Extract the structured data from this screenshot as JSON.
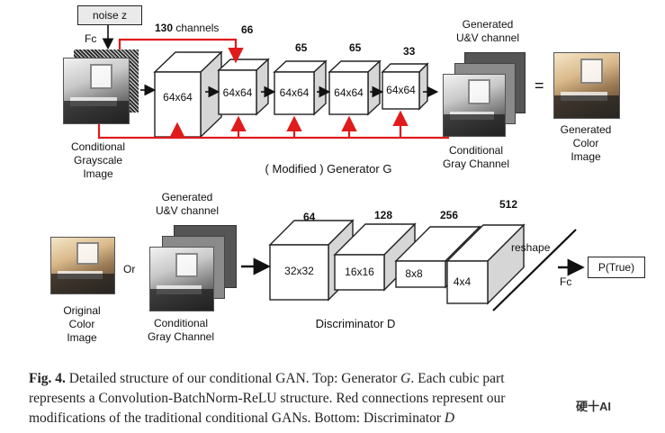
{
  "generator": {
    "noise_label": "noise z",
    "fc_top": "Fc",
    "channels_label_num": "130",
    "channels_label_word": "channels",
    "ch_66": "66",
    "ch_65a": "65",
    "ch_65b": "65",
    "ch_33": "33",
    "block_labels": [
      "64x64",
      "64x64",
      "64x64",
      "64x64",
      "64x64"
    ],
    "input_caption": [
      "Conditional",
      "Grayscale",
      "Image"
    ],
    "generated_uv": [
      "Generated",
      "U&V channel"
    ],
    "cond_gray": [
      "Conditional",
      "Gray Channel"
    ],
    "equals": "=",
    "output_caption": [
      "Generated",
      "Color",
      "Image"
    ],
    "title": "( Modified ) Generator G"
  },
  "discriminator": {
    "generated_uv": [
      "Generated",
      "U&V channel"
    ],
    "or": "Or",
    "original_caption": [
      "Original",
      "Color",
      "Image"
    ],
    "cond_gray": [
      "Conditional",
      "Gray Channel"
    ],
    "channels": [
      "64",
      "128",
      "256",
      "512"
    ],
    "block_labels": [
      "32x32",
      "16x16",
      "8x8",
      "4x4"
    ],
    "reshape": "reshape",
    "fc": "Fc",
    "output": "P(True)",
    "title": "Discriminator D"
  },
  "caption": {
    "fig": "Fig. 4.",
    "line1": " Detailed structure of our conditional GAN. Top: Generator ",
    "g": "G",
    "line1b": ". Each cubic part",
    "line2": "represents a Convolution-BatchNorm-ReLU structure. Red connections represent our",
    "line3": "modifications of the traditional conditional GANs. Bottom: Discriminator ",
    "d": "D"
  },
  "watermark": "硬十AI",
  "colors": {
    "red_connection": "#e01b1b",
    "line": "#111111"
  }
}
